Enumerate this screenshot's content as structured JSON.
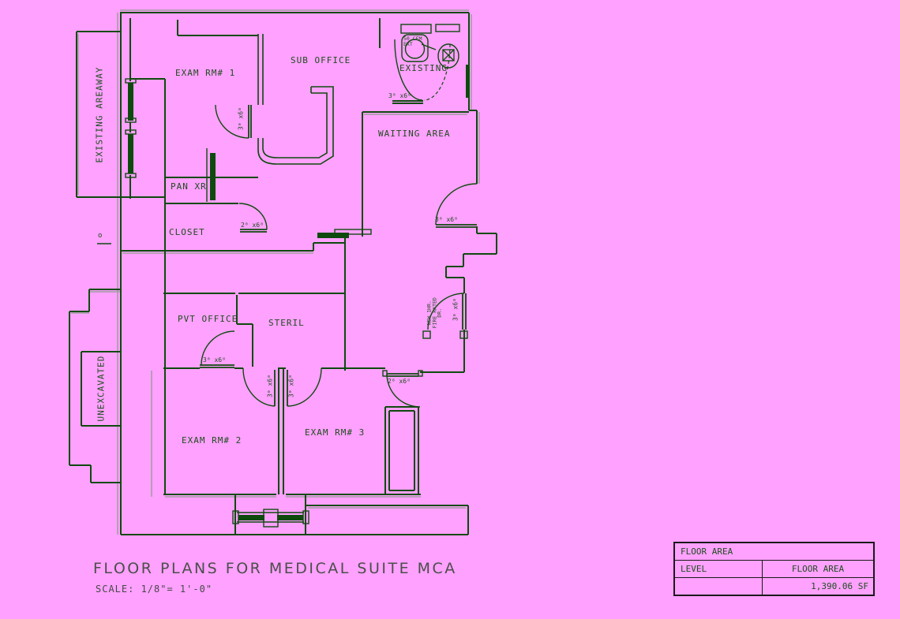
{
  "title": "FLOOR PLANS FOR MEDICAL SUITE MCA",
  "scale_label": "SCALE:   1/8\"= 1'-0\"",
  "rooms": {
    "exam1": "EXAM RM# 1",
    "sub_office": "SUB OFFICE",
    "existing_bath": "EXISTING",
    "waiting": "WAITING AREA",
    "pan_xr": "PAN XR",
    "closet": "CLOSET",
    "pvt_office": "PVT OFFICE",
    "steril": "STERIL",
    "exam2": "EXAM RM# 2",
    "exam3": "EXAM RM# 3",
    "areaway": "EXISTING AREAWAY",
    "unexcavated": "UNEXCAVATED"
  },
  "annotations": {
    "exhaust": "50 CFM EXT",
    "fire_door_note": "NEW 1HR. FIRE RATED DR.",
    "marker_o": "o"
  },
  "door_labels": {
    "d3068": "3⁰ x6⁸",
    "d2068": "2⁰ x6⁸",
    "d2668": "2⁶ x6⁸"
  },
  "table": {
    "title": "FLOOR AREA",
    "col_level": "LEVEL",
    "col_area": "FLOOR AREA",
    "level_value": "",
    "area_value": "1,390.06 SF"
  },
  "colors": {
    "background": "#ffa1ff",
    "wall_green": "#0e4a0e",
    "text_green": "#1d4d1d",
    "shadow_gray": "#9e9e9e",
    "border_black": "#1a1a1a"
  }
}
